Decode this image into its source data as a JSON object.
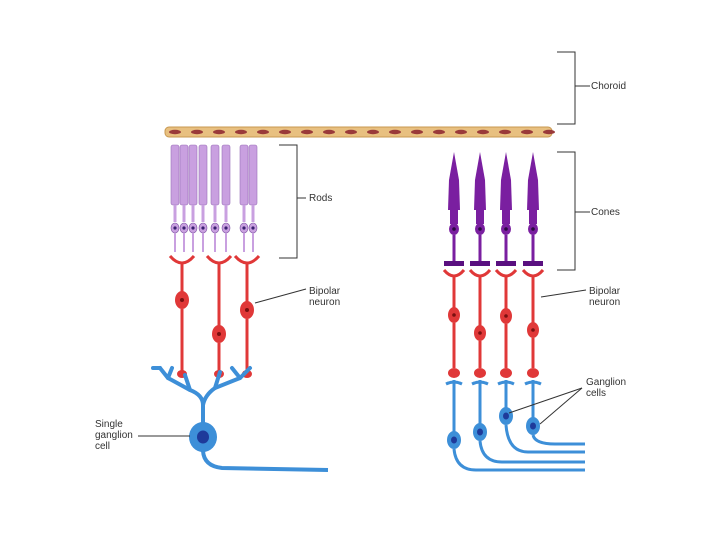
{
  "labels": {
    "choroid": "Choroid",
    "rods": "Rods",
    "bipolar_left": "Bipolar\nneuron",
    "cones": "Cones",
    "bipolar_right": "Bipolar\nneuron",
    "ganglion_cells": "Ganglion\ncells",
    "single_ganglion": "Single\nganglion\ncell"
  },
  "colors": {
    "rod": "#c9a0e0",
    "cone": "#7a1fa0",
    "bipolar": "#e03838",
    "ganglion": "#3d8fd8",
    "choroid": "#e8c080",
    "pigment": "#9a3a3a"
  }
}
